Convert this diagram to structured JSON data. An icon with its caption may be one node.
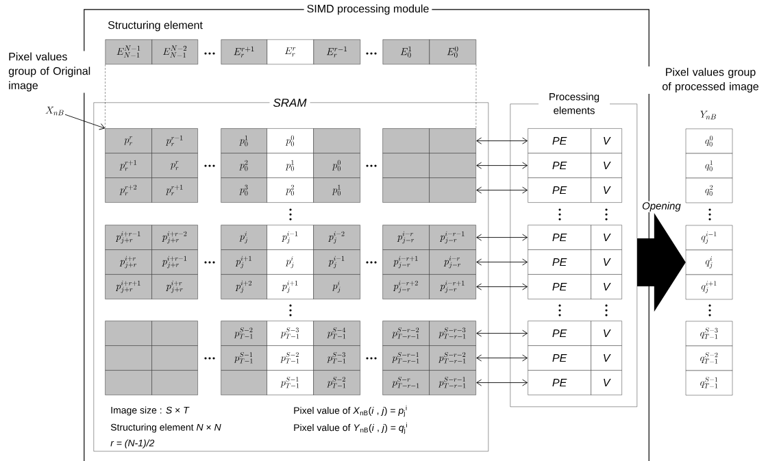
{
  "diagram": {
    "nodes": [
      {
        "text": [
          "SIMD processing module"
        ]
      },
      {
        "text": [
          "E_{N-1}^{N-1}"
        ],
        "in": 0
      },
      {
        "text": [
          "E_{N-1}^{N-2}"
        ],
        "in": 0
      },
      {
        "text": [
          "E_{r}^{r+1}"
        ],
        "in": 0
      },
      {
        "text": [
          "E_{r}^{r}"
        ],
        "in": 0
      },
      {
        "text": [
          "E_{r}^{r-1}"
        ],
        "in": 0
      },
      {
        "text": [
          "E_{0}^{1}"
        ],
        "in": 0
      },
      {
        "text": [
          "E_{0}^{0}"
        ],
        "in": 0
      },
      {
        "text": [
          "X_{nB}"
        ]
      },
      {
        "text": [
          "SRAM"
        ],
        "in": 0
      },
      {
        "text": [
          "p_{r}^{r}"
        ],
        "in": 9
      },
      {
        "text": [
          "p_{r}^{r-1}"
        ],
        "in": 9
      },
      {
        "text": [
          "p_{0}^{1}"
        ],
        "in": 9
      },
      {
        "text": [
          "p_{0}^{0}"
        ],
        "in": 9
      },
      {
        "text": [],
        "shape": "box",
        "in": 9
      },
      {
        "text": [],
        "shape": "box",
        "in": 9
      },
      {
        "text": [],
        "shape": "box",
        "in": 9
      },
      {
        "text": [
          "p_{r}^{r+1}"
        ],
        "in": 9
      },
      {
        "text": [
          "p_{r}^{r}"
        ],
        "in": 9
      },
      {
        "text": [
          "p_{0}^{2}"
        ],
        "in": 9
      },
      {
        "text": [
          "p_{0}^{1}"
        ],
        "in": 9
      },
      {
        "text": [
          "p_{0}^{0}"
        ],
        "in": 9
      },
      {
        "text": [],
        "shape": "box",
        "in": 9
      },
      {
        "text": [],
        "shape": "box",
        "in": 9
      },
      {
        "text": [
          "p_{r}^{r+2}"
        ],
        "in": 9
      },
      {
        "text": [
          "p_{r}^{r+1}"
        ],
        "in": 9
      },
      {
        "text": [
          "p_{0}^{3}"
        ],
        "in": 9
      },
      {
        "text": [
          "p_{0}^{2}"
        ],
        "in": 9
      },
      {
        "text": [
          "p_{0}^{1}"
        ],
        "in": 9
      },
      {
        "text": [],
        "shape": "box",
        "in": 9
      },
      {
        "text": [],
        "shape": "box",
        "in": 9
      },
      {
        "text": [
          "p_{j+r}^{i+r-1}"
        ],
        "in": 9
      },
      {
        "text": [
          "p_{j+r}^{i+r-2}"
        ],
        "in": 9
      },
      {
        "text": [
          "p_{j}^{i}"
        ],
        "in": 9
      },
      {
        "text": [
          "p_{j}^{i-1}"
        ],
        "in": 9
      },
      {
        "text": [
          "p_{j}^{i-2}"
        ],
        "in": 9
      },
      {
        "text": [
          "p_{j-r}^{i-r}"
        ],
        "in": 9
      },
      {
        "text": [
          "p_{j-r}^{i-r-1}"
        ],
        "in": 9
      },
      {
        "text": [
          "p_{j+r}^{i+r}"
        ],
        "in": 9
      },
      {
        "text": [
          "p_{j+r}^{i+r-1}"
        ],
        "in": 9
      },
      {
        "text": [
          "p_{j}^{i+1}"
        ],
        "in": 9
      },
      {
        "text": [
          "p_{j}^{i}"
        ],
        "in": 9
      },
      {
        "text": [
          "p_{j}^{i-1}"
        ],
        "in": 9
      },
      {
        "text": [
          "p_{j-r}^{i-r+1}"
        ],
        "in": 9
      },
      {
        "text": [
          "p_{j-r}^{i-r}"
        ],
        "in": 9
      },
      {
        "text": [
          "p_{j+r}^{i+r+1}"
        ],
        "in": 9
      },
      {
        "text": [
          "p_{j+r}^{i+r}"
        ],
        "in": 9
      },
      {
        "text": [
          "p_{j}^{i+2}"
        ],
        "in": 9
      },
      {
        "text": [
          "p_{j}^{i+1}"
        ],
        "in": 9
      },
      {
        "text": [
          "p_{j}^{i}"
        ],
        "in": 9
      },
      {
        "text": [
          "p_{j-r}^{i-r+2}"
        ],
        "in": 9
      },
      {
        "text": [
          "p_{j-r}^{i-r+1}"
        ],
        "in": 9
      },
      {
        "text": [],
        "shape": "box",
        "in": 9
      },
      {
        "text": [],
        "shape": "box",
        "in": 9
      },
      {
        "text": [
          "p_{T-1}^{S-2}"
        ],
        "in": 9
      },
      {
        "text": [
          "p_{T-1}^{S-3}"
        ],
        "in": 9
      },
      {
        "text": [
          "p_{T-1}^{S-4}"
        ],
        "in": 9
      },
      {
        "text": [
          "p_{T-r-1}^{S-r-2}"
        ],
        "in": 9
      },
      {
        "text": [
          "p_{T-r-1}^{S-r-3}"
        ],
        "in": 9
      },
      {
        "text": [],
        "shape": "box",
        "in": 9
      },
      {
        "text": [],
        "shape": "box",
        "in": 9
      },
      {
        "text": [
          "p_{T-1}^{S-1}"
        ],
        "in": 9
      },
      {
        "text": [
          "p_{T-1}^{S-2}"
        ],
        "in": 9
      },
      {
        "text": [
          "p_{T-1}^{S-3}"
        ],
        "in": 9
      },
      {
        "text": [
          "p_{T-r-1}^{S-r-1}"
        ],
        "in": 9
      },
      {
        "text": [
          "p_{T-r-1}^{S-r-2}"
        ],
        "in": 9
      },
      {
        "text": [],
        "shape": "box",
        "in": 9
      },
      {
        "text": [],
        "shape": "box",
        "in": 9
      },
      {
        "text": [],
        "shape": "box",
        "in": 9
      },
      {
        "text": [
          "p_{T-1}^{S-1}"
        ],
        "in": 9
      },
      {
        "text": [
          "p_{T-1}^{S-2}"
        ],
        "in": 9
      },
      {
        "text": [
          "p_{T-r-1}^{S-r}"
        ],
        "in": 9
      },
      {
        "text": [
          "p_{T-r-1}^{S-r-1}"
        ],
        "in": 9
      },
      {
        "text": [
          "Processing elements"
        ],
        "in": 0
      },
      {
        "text": [
          "PE"
        ],
        "in": 73
      },
      {
        "text": [
          "V"
        ],
        "in": 73
      },
      {
        "text": [
          "PE"
        ],
        "in": 73
      },
      {
        "text": [
          "V"
        ],
        "in": 73
      },
      {
        "text": [
          "PE"
        ],
        "in": 73
      },
      {
        "text": [
          "V"
        ],
        "in": 73
      },
      {
        "text": [
          "PE"
        ],
        "in": 73
      },
      {
        "text": [
          "V"
        ],
        "in": 73
      },
      {
        "text": [
          "PE"
        ],
        "in": 73
      },
      {
        "text": [
          "V"
        ],
        "in": 73
      },
      {
        "text": [
          "PE"
        ],
        "in": 73
      },
      {
        "text": [
          "V"
        ],
        "in": 73
      },
      {
        "text": [
          "PE"
        ],
        "in": 73
      },
      {
        "text": [
          "V"
        ],
        "in": 73
      },
      {
        "text": [
          "PE"
        ],
        "in": 73
      },
      {
        "text": [
          "V"
        ],
        "in": 73
      },
      {
        "text": [
          "PE"
        ],
        "in": 73
      },
      {
        "text": [
          "V"
        ],
        "in": 73
      },
      {
        "text": [
          "q_{0}^{0}"
        ]
      },
      {
        "text": [
          "q_{0}^{1}"
        ]
      },
      {
        "text": [
          "q_{0}^{2}"
        ]
      },
      {
        "text": [
          "q_{j}^{i-1}"
        ]
      },
      {
        "text": [
          "q_{j}^{i}"
        ]
      },
      {
        "text": [
          "q_{j}^{i+1}"
        ]
      },
      {
        "text": [
          "q_{T-1}^{S-3}"
        ]
      },
      {
        "text": [
          "q_{T-1}^{S-2}"
        ]
      },
      {
        "text": [
          "q_{T-1}^{S-1}"
        ]
      }
    ],
    "edges": [
      {
        "from": 8,
        "to": 10,
        "arrow": "to"
      },
      {
        "from": 1,
        "to": 10,
        "arrow": "none",
        "style": "dashed"
      },
      {
        "from": 7,
        "to": 16,
        "arrow": "none",
        "style": "dashed"
      },
      {
        "from": 16,
        "to": 74,
        "arrow": "both"
      },
      {
        "from": 23,
        "to": 76,
        "arrow": "both"
      },
      {
        "from": 30,
        "to": 78,
        "arrow": "both"
      },
      {
        "from": 37,
        "to": 80,
        "arrow": "both"
      },
      {
        "from": 44,
        "to": 82,
        "arrow": "both"
      },
      {
        "from": 51,
        "to": 84,
        "arrow": "both"
      },
      {
        "from": 58,
        "to": 86,
        "arrow": "both"
      },
      {
        "from": 65,
        "to": 88,
        "arrow": "both"
      },
      {
        "from": 72,
        "to": 90,
        "arrow": "both"
      },
      {
        "from": 73,
        "to": 96,
        "arrow": "to",
        "label": "Opening",
        "style": "thick"
      }
    ],
    "labels": [
      "Structuring element",
      "Pixel values group of Original image",
      "Pixel values group of processed image",
      "Y_{nB}",
      "Image size : *S* × *T*",
      "Structuring element *N* × *N*",
      "r = (N-1)/2",
      "Pixel value of *X*$_{nB}$(*i* , *j*) = *p*$_{j}$$^{i}$",
      "Pixel value of *Y*$_{nB}$(*i* , *j*) = *q*$_{j}$$^{i}$"
    ]
  }
}
